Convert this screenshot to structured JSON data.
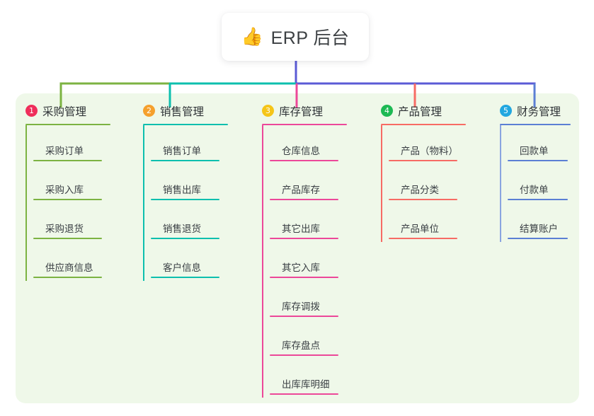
{
  "root": {
    "icon": "thumbs-up-icon",
    "icon_glyph": "👍",
    "title": "ERP 后台"
  },
  "palette": {
    "panel_background": "#eff8e9",
    "page_background": "#ffffff",
    "root_stem": "#5b5bd6",
    "bar_segment_1": "#7cb342",
    "bar_segment_2": "#0dbfae",
    "bar_segment_3": "#5b5bd6",
    "text_primary": "#3c4043"
  },
  "columns": [
    {
      "index": "1",
      "badge": "1",
      "badge_color": "#ef2e5b",
      "line_color": "#7cb342",
      "stem_color": "#7cb342",
      "title": "采购管理",
      "items": [
        {
          "label": "采购订单"
        },
        {
          "label": "采购入库"
        },
        {
          "label": "采购退货"
        },
        {
          "label": "供应商信息"
        }
      ]
    },
    {
      "index": "2",
      "badge": "2",
      "badge_color": "#f5a02d",
      "line_color": "#0dbfae",
      "stem_color": "#0dbfae",
      "title": "销售管理",
      "items": [
        {
          "label": "销售订单"
        },
        {
          "label": "销售出库"
        },
        {
          "label": "销售退货"
        },
        {
          "label": "客户信息"
        }
      ]
    },
    {
      "index": "3",
      "badge": "3",
      "badge_color": "#f5c518",
      "line_color": "#ec4899",
      "stem_color": "#ec4899",
      "title": "库存管理",
      "items": [
        {
          "label": "仓库信息"
        },
        {
          "label": "产品库存"
        },
        {
          "label": "其它出库"
        },
        {
          "label": "其它入库"
        },
        {
          "label": "库存调拨"
        },
        {
          "label": "库存盘点"
        },
        {
          "label": "出库库明细"
        }
      ]
    },
    {
      "index": "4",
      "badge": "4",
      "badge_color": "#1db954",
      "line_color": "#f76b64",
      "stem_color": "#f76b64",
      "title": "产品管理",
      "items": [
        {
          "label": "产品（物料）"
        },
        {
          "label": "产品分类"
        },
        {
          "label": "产品单位"
        }
      ]
    },
    {
      "index": "5",
      "badge": "5",
      "badge_color": "#22a7e0",
      "line_color": "#5b7fd4",
      "stem_color": "#8aa4e0",
      "title": "财务管理",
      "items": [
        {
          "label": "回款单"
        },
        {
          "label": "付款单"
        },
        {
          "label": "结算账户"
        }
      ]
    }
  ]
}
